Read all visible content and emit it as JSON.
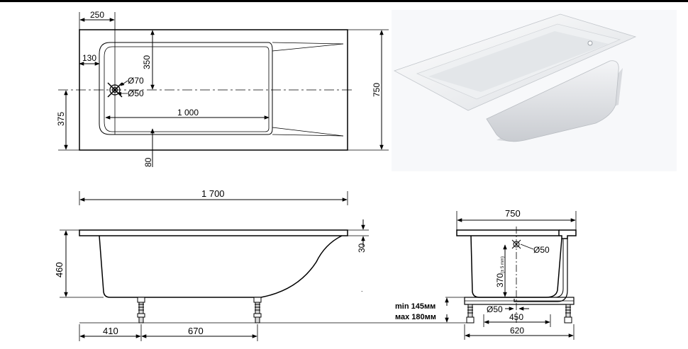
{
  "top_view": {
    "dim_edge_offset": "250",
    "dim_side_rim": "130",
    "dim_drain_offset": "350",
    "dim_drain_outer": "Ø70",
    "dim_drain_inner": "Ø50",
    "dim_bottom_length": "1 000",
    "dim_center_offset": "375",
    "dim_bottom_rim": "80",
    "dim_total_width": "750"
  },
  "side_view": {
    "dim_total_length": "1 700",
    "dim_height": "460",
    "dim_rim_thickness": "30",
    "dim_leg_offset": "410",
    "dim_leg_spacing": "670",
    "min_leg": "min 145мм",
    "max_leg": "мах 180мм"
  },
  "end_view": {
    "dim_total_width": "750",
    "dim_overflow": "Ø50",
    "dim_depth": "370",
    "dim_depth_note": "(± 5 mm)",
    "dim_drain": "Ø50",
    "dim_leg_inner": "450",
    "dim_leg_outer": "620"
  },
  "colors": {
    "line": "#000000",
    "photo_bg": "#f7f8fa",
    "tub_shell": "#ffffff"
  }
}
